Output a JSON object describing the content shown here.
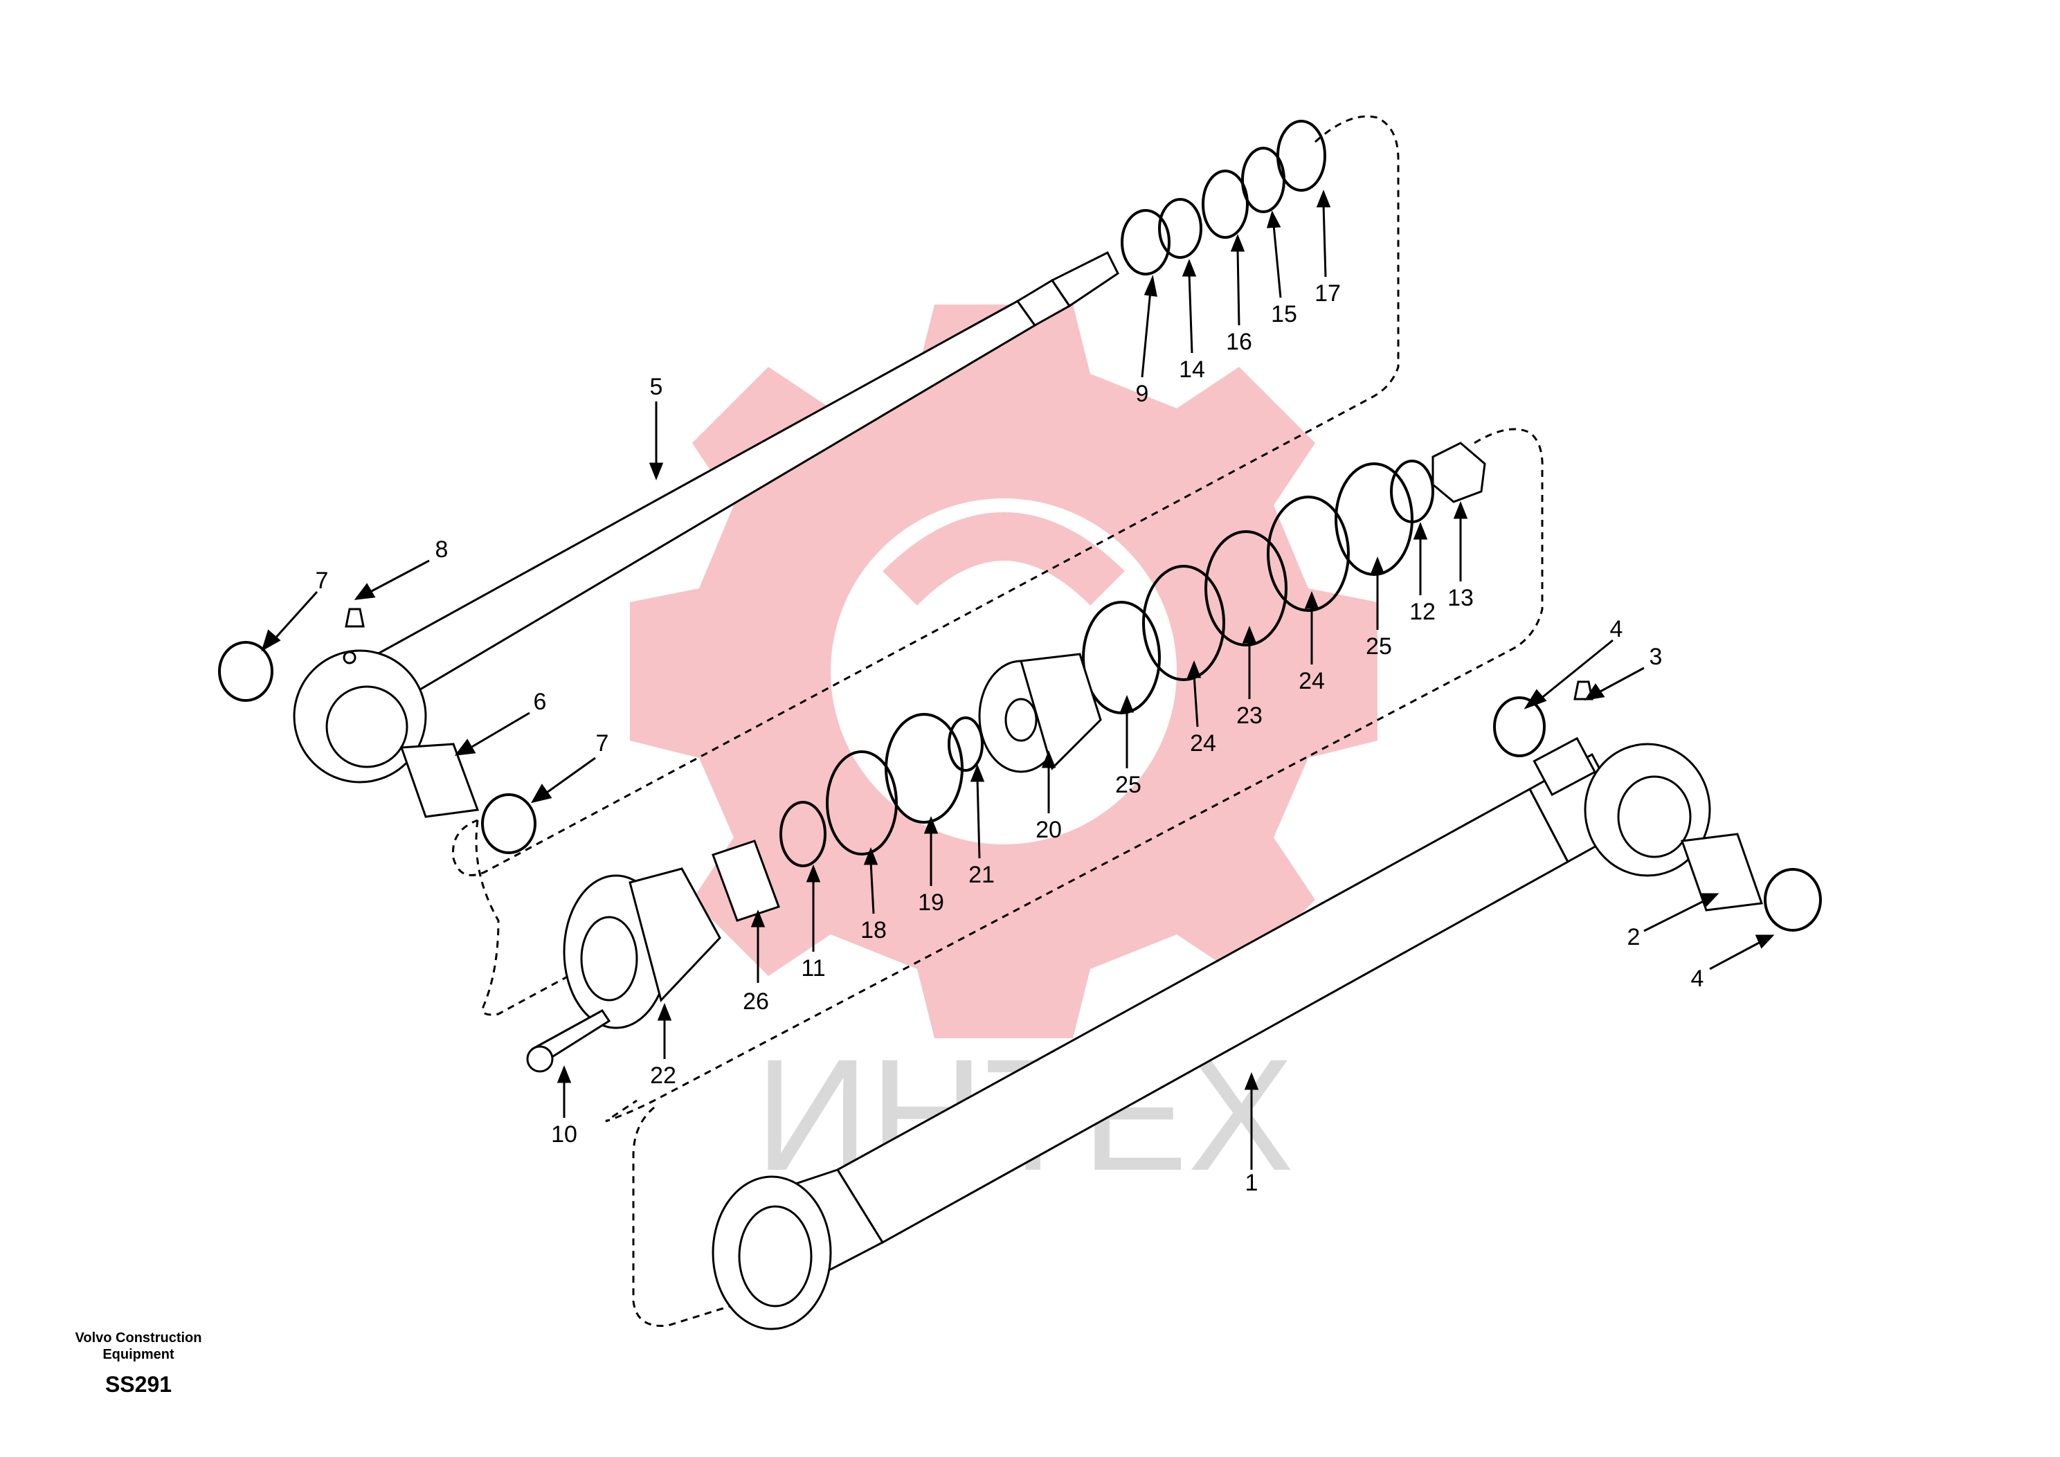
{
  "footer": {
    "brand_line_1": "Volvo Construction",
    "brand_line_2": "Equipment",
    "sheet_code": "SS291"
  },
  "watermark": {
    "text": "ИНТЕХ",
    "gear_color": "#f4a3a8",
    "text_color": "#d9d9d9"
  },
  "callouts": [
    "1",
    "2",
    "3",
    "4",
    "4",
    "5",
    "6",
    "7",
    "7",
    "8",
    "9",
    "10",
    "11",
    "12",
    "13",
    "14",
    "15",
    "16",
    "17",
    "18",
    "19",
    "20",
    "21",
    "22",
    "23",
    "24",
    "24",
    "25",
    "25",
    "26"
  ],
  "colors": {
    "line": "#000000",
    "background": "#ffffff"
  }
}
